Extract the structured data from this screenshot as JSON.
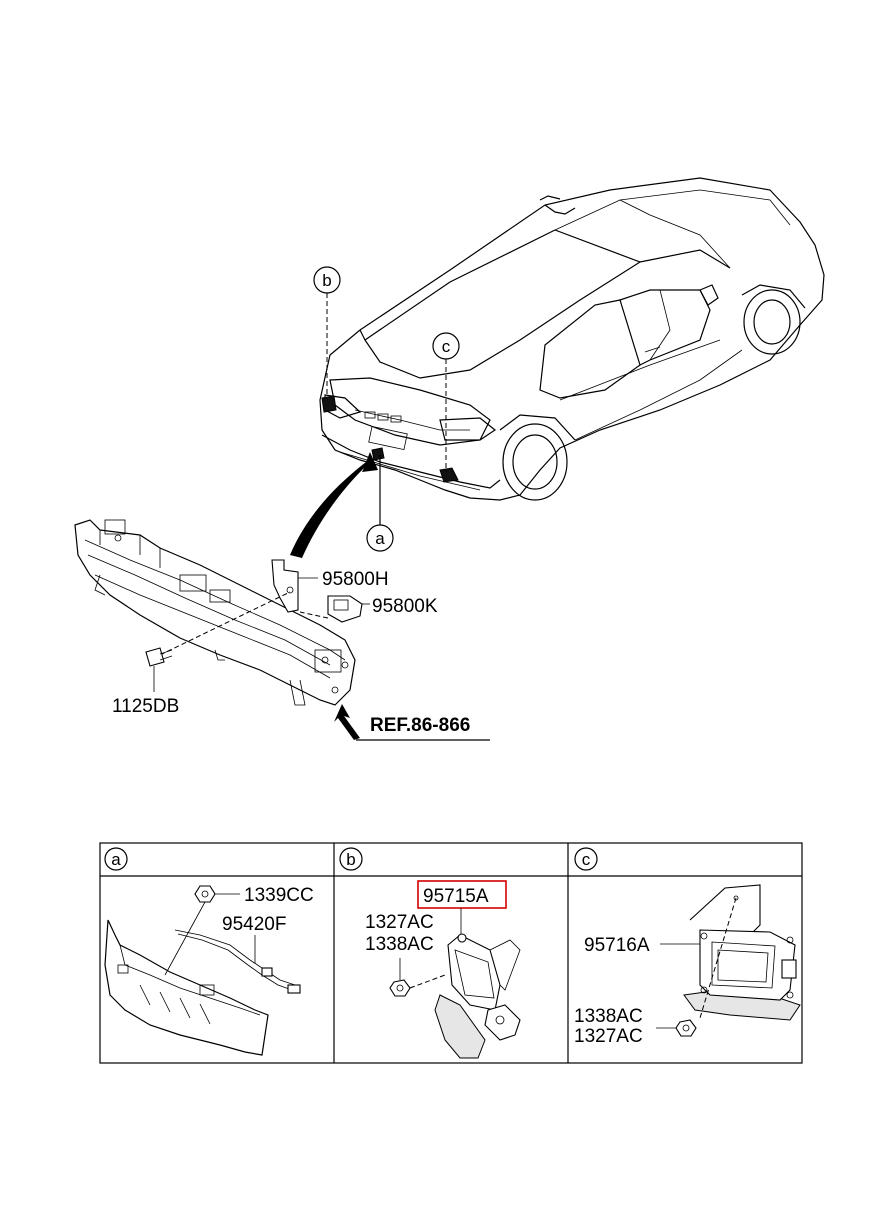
{
  "callouts": {
    "b": "b",
    "c": "c",
    "a": "a"
  },
  "parts": {
    "bracket": "95800H",
    "sensor": "95800K",
    "bolt": "1125DB",
    "ref": "REF.86-866"
  },
  "table": {
    "headers": [
      "a",
      "b",
      "c"
    ],
    "a": {
      "nut": "1339CC",
      "harness": "95420F"
    },
    "b": {
      "unit": "95715A",
      "nut1": "1327AC",
      "nut2": "1338AC"
    },
    "c": {
      "unit": "95716A",
      "nut1": "1338AC",
      "nut2": "1327AC"
    }
  },
  "colors": {
    "highlight": "#d40000",
    "ink": "#000000"
  }
}
